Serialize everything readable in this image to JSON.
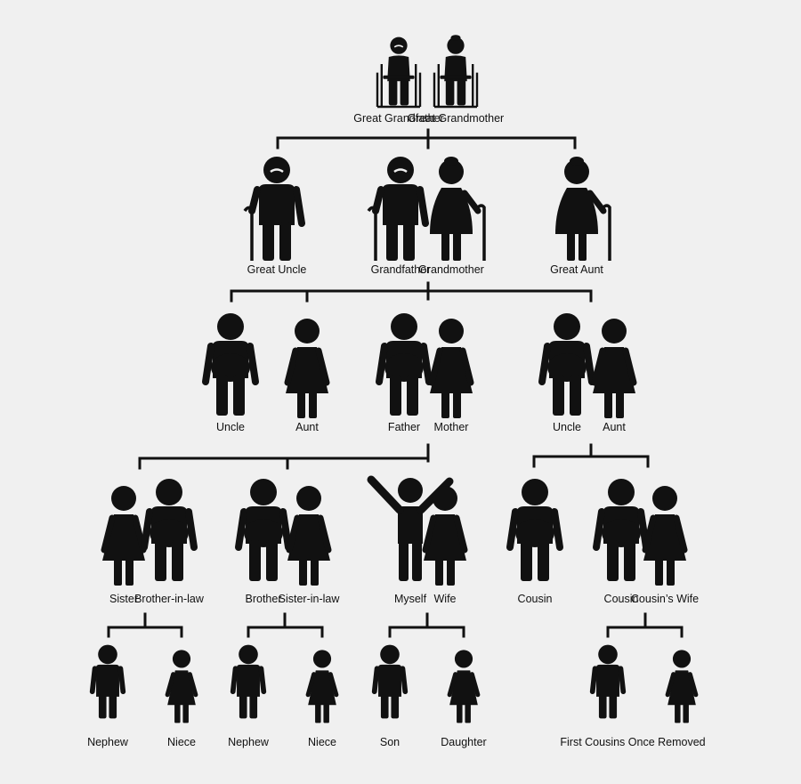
{
  "colors": {
    "background": "#f0f0f0",
    "figure": "#111111",
    "line": "#111111"
  },
  "people": [
    {
      "id": "great-grandfather",
      "label": "Great Grandfather",
      "icon": "elderly-man-wheelchair-icon"
    },
    {
      "id": "great-grandmother",
      "label": "Great Grandmother",
      "icon": "elderly-woman-wheelchair-icon"
    },
    {
      "id": "great-uncle",
      "label": "Great Uncle",
      "icon": "elderly-man-cane-icon"
    },
    {
      "id": "grandfather",
      "label": "Grandfather",
      "icon": "elderly-man-cane-icon"
    },
    {
      "id": "grandmother",
      "label": "Grandmother",
      "icon": "elderly-woman-cane-icon"
    },
    {
      "id": "great-aunt",
      "label": "Great Aunt",
      "icon": "elderly-woman-cane-icon"
    },
    {
      "id": "uncle-1",
      "label": "Uncle",
      "icon": "man-icon"
    },
    {
      "id": "aunt-1",
      "label": "Aunt",
      "icon": "woman-icon"
    },
    {
      "id": "father",
      "label": "Father",
      "icon": "man-icon"
    },
    {
      "id": "mother",
      "label": "Mother",
      "icon": "woman-icon"
    },
    {
      "id": "uncle-2",
      "label": "Uncle",
      "icon": "man-icon"
    },
    {
      "id": "aunt-2",
      "label": "Aunt",
      "icon": "woman-icon"
    },
    {
      "id": "sister",
      "label": "Sister",
      "icon": "woman-icon"
    },
    {
      "id": "brother-in-law",
      "label": "Brother-in-law",
      "icon": "man-icon"
    },
    {
      "id": "brother",
      "label": "Brother",
      "icon": "man-icon"
    },
    {
      "id": "sister-in-law",
      "label": "Sister-in-law",
      "icon": "woman-icon"
    },
    {
      "id": "myself",
      "label": "Myself",
      "icon": "waving-man-icon"
    },
    {
      "id": "wife",
      "label": "Wife",
      "icon": "woman-icon"
    },
    {
      "id": "cousin-1",
      "label": "Cousin",
      "icon": "man-icon"
    },
    {
      "id": "cousin-2",
      "label": "Cousin",
      "icon": "man-icon"
    },
    {
      "id": "cousins-wife",
      "label": "Cousin’s Wife",
      "icon": "woman-icon"
    },
    {
      "id": "nephew-1",
      "label": "Nephew",
      "icon": "boy-icon"
    },
    {
      "id": "niece-1",
      "label": "Niece",
      "icon": "girl-icon"
    },
    {
      "id": "nephew-2",
      "label": "Nephew",
      "icon": "boy-icon"
    },
    {
      "id": "niece-2",
      "label": "Niece",
      "icon": "girl-icon"
    },
    {
      "id": "son",
      "label": "Son",
      "icon": "boy-icon"
    },
    {
      "id": "daughter",
      "label": "Daughter",
      "icon": "girl-icon"
    },
    {
      "id": "fcor-boy",
      "label": "",
      "icon": "boy-icon"
    },
    {
      "id": "fcor-girl",
      "label": "",
      "icon": "girl-icon"
    }
  ],
  "group_labels": [
    {
      "id": "first-cousins-once-removed",
      "label": "First Cousins Once Removed"
    }
  ]
}
